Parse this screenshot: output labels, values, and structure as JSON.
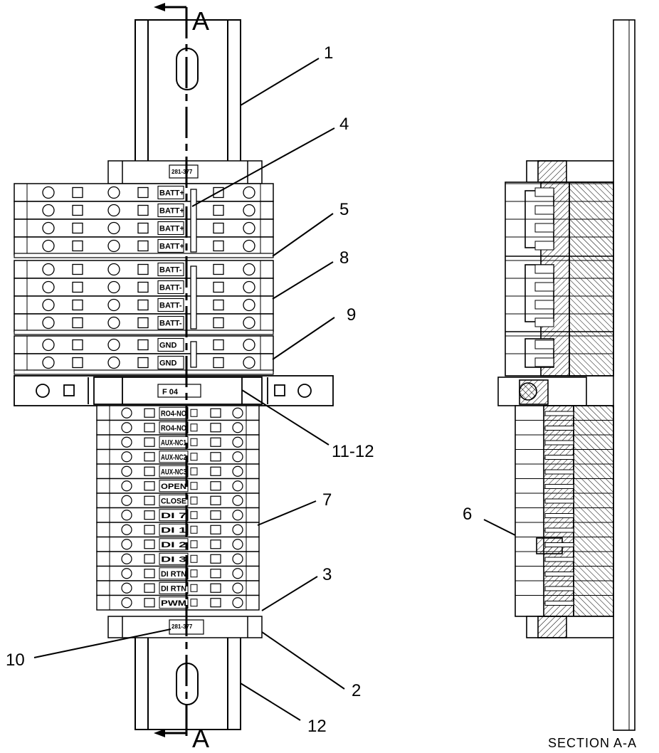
{
  "section_markers": {
    "top": "A",
    "bottom": "A"
  },
  "callouts": {
    "c1": "1",
    "c4": "4",
    "c5": "5",
    "c8": "8",
    "c9": "9",
    "c11_12": "11-12",
    "c7": "7",
    "c3": "3",
    "c10": "10",
    "c2": "2",
    "c12": "12",
    "c6": "6"
  },
  "part_number_top": "281-377",
  "part_number_bottom": "281-377",
  "fuse_label": "F 04",
  "upper_terminals": [
    "BATT+",
    "BATT+",
    "BATT+",
    "BATT+",
    "BATT-",
    "BATT-",
    "BATT-",
    "BATT-",
    "GND",
    "GND"
  ],
  "lower_terminals": [
    "RO4-NO",
    "RO4-NO",
    "AUX-NC1",
    "AUX-NC2",
    "AUX-NC3",
    "OPEN",
    "CLOSE",
    "DI 7",
    "DI 1",
    "DI 2",
    "DI 3",
    "DI RTN",
    "DI RTN",
    "PWM"
  ],
  "section_caption": "SECTION  A-A"
}
